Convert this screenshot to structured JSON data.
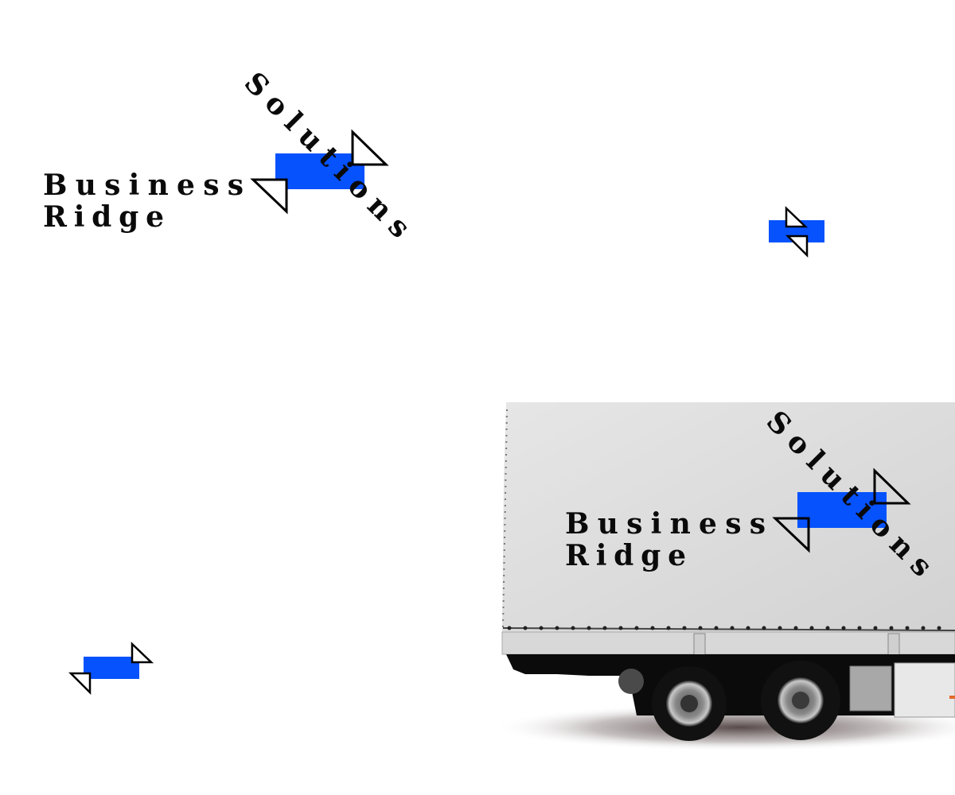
{
  "brand": {
    "line1": "Business",
    "line2": "Ridge",
    "tagline": "Solutions",
    "accent_color": "#0652fd",
    "text_color": "#0a0a0a"
  },
  "scene": {
    "subject": "truck-mockup"
  }
}
